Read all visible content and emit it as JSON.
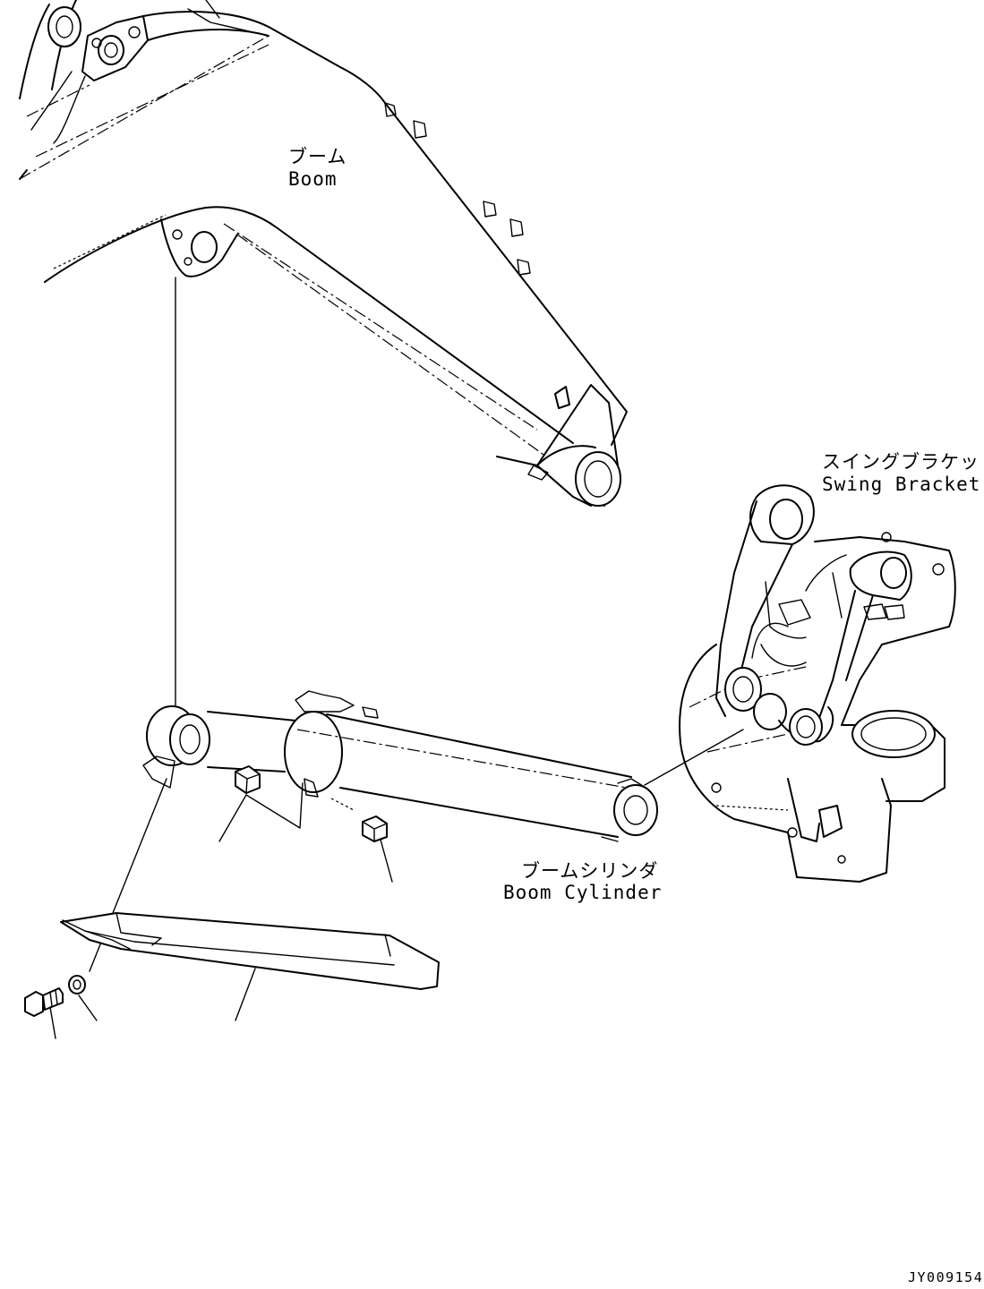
{
  "labels": {
    "boom_jp": "ブーム",
    "boom_en": "Boom",
    "swing_bracket_jp": "スイングブラケット",
    "swing_bracket_en": "Swing Bracket",
    "boom_cylinder_jp": "ブームシリンダ",
    "boom_cylinder_en": "Boom Cylinder"
  },
  "drawing_code": "JY009154"
}
